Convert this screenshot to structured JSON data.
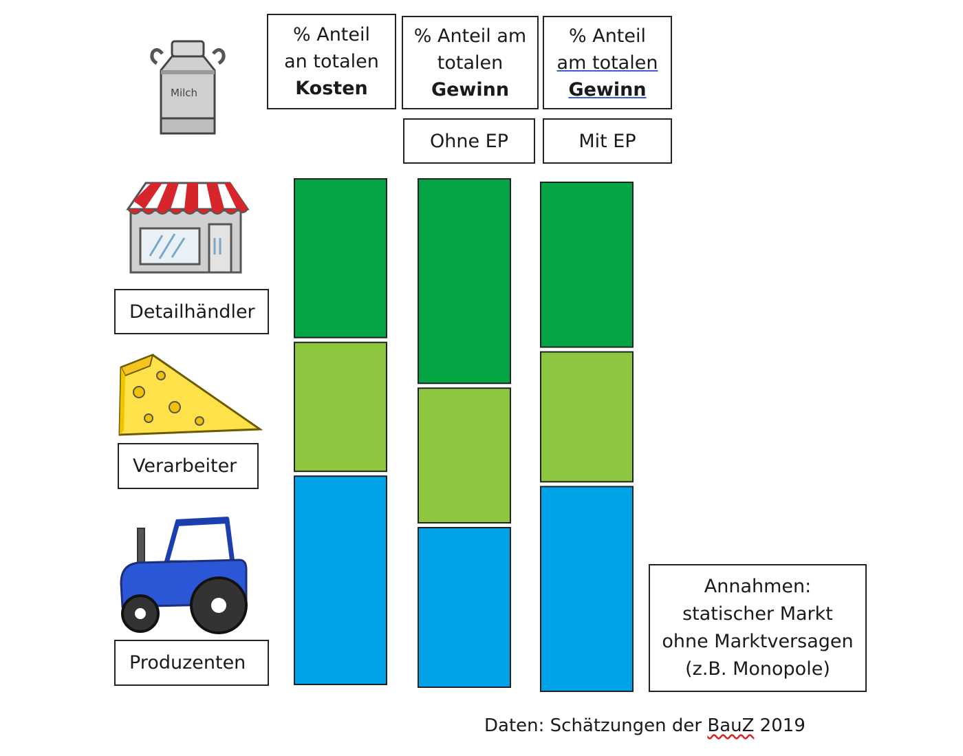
{
  "headers": [
    {
      "line1": "% Anteil",
      "line2": "an totalen",
      "line3": "Kosten"
    },
    {
      "line1": "% Anteil am",
      "line2": "totalen",
      "line3": "Gewinn"
    },
    {
      "line1": "% Anteil",
      "line2": "am totalen",
      "line3": "Gewinn"
    }
  ],
  "subheaders": [
    "Ohne EP",
    "Mit EP"
  ],
  "labels": {
    "retail": "Detailhändler",
    "processor": "Verarbeiter",
    "producer": "Produzenten"
  },
  "icons": {
    "milk": "milk-can-icon",
    "milk_text": "Milch",
    "retail": "shop-icon",
    "processor": "cheese-icon",
    "producer": "tractor-icon"
  },
  "note": {
    "line1": "Annahmen:",
    "line2": "statischer Markt",
    "line3": "ohne Marktversagen",
    "line4": "(z.B.  Monopole)"
  },
  "source": {
    "prefix": "Daten: Schätzungen der ",
    "org": "BauZ",
    "year": " 2019"
  },
  "colors": {
    "retail": "#05a545",
    "processor": "#8dc63f",
    "producer": "#00a2e8"
  },
  "chart_data": {
    "type": "bar",
    "stacked": true,
    "categories": [
      "% Anteil an totalen Kosten",
      "% Anteil am totalen Gewinn – Ohne EP",
      "% Anteil am totalen Gewinn – Mit EP"
    ],
    "series": [
      {
        "name": "Produzenten",
        "values": [
          42,
          32,
          41
        ]
      },
      {
        "name": "Verarbeiter",
        "values": [
          26,
          27,
          26
        ]
      },
      {
        "name": "Detailhändler",
        "values": [
          32,
          41,
          33
        ]
      }
    ],
    "ylim": [
      0,
      100
    ]
  }
}
